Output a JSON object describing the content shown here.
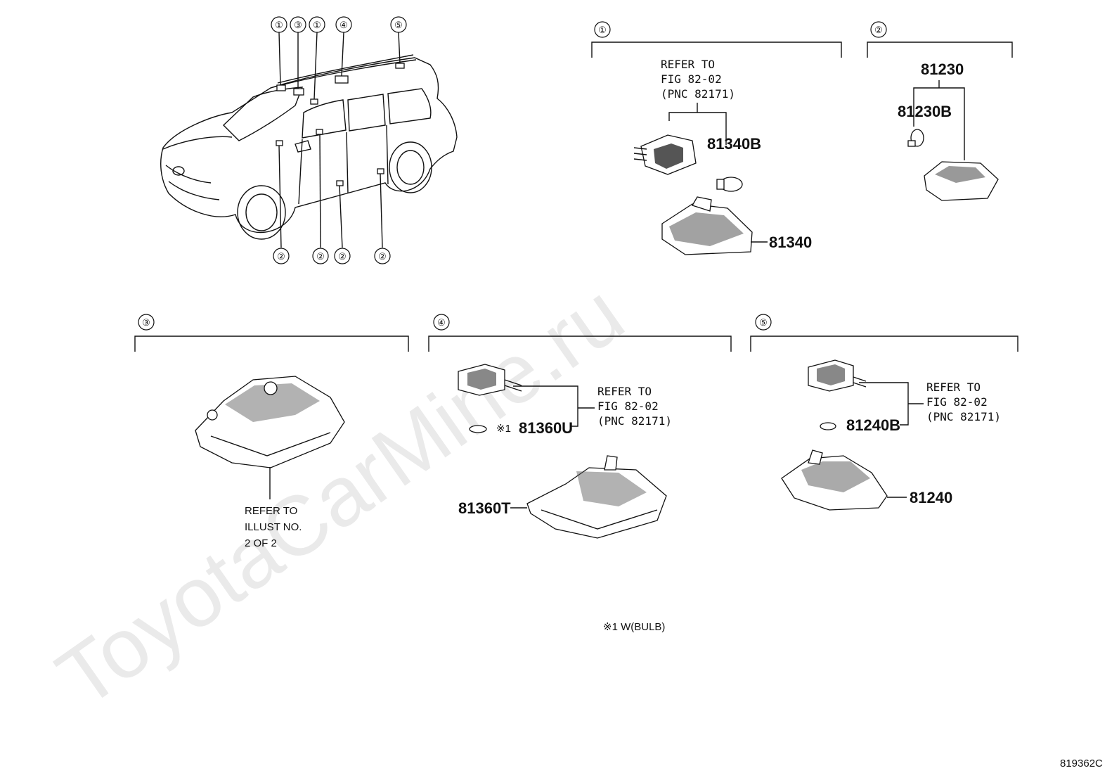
{
  "watermark": "ToyotaCarMine.ru",
  "figure_code": "819362C",
  "footnote": "※1 W(BULB)",
  "vehicle_callouts": {
    "top": [
      "①",
      "③",
      "①",
      "④",
      "⑤"
    ],
    "bottom": [
      "②",
      "②",
      "②",
      "②"
    ]
  },
  "groups": [
    {
      "number": "①",
      "refer": [
        "REFER TO",
        "FIG 82-02",
        "(PNC 82171)"
      ],
      "parts": [
        "81340B",
        "81340"
      ]
    },
    {
      "number": "②",
      "parts": [
        "81230",
        "81230B"
      ]
    },
    {
      "number": "③",
      "refer": [
        "REFER TO",
        "ILLUST NO.",
        "2 OF 2"
      ]
    },
    {
      "number": "④",
      "refer": [
        "REFER TO",
        "FIG 82-02",
        "(PNC 82171)"
      ],
      "note_mark": "※1",
      "parts": [
        "81360U",
        "81360T"
      ]
    },
    {
      "number": "⑤",
      "refer": [
        "REFER TO",
        "FIG 82-02",
        "(PNC 82171)"
      ],
      "parts": [
        "81240B",
        "81240"
      ]
    }
  ]
}
